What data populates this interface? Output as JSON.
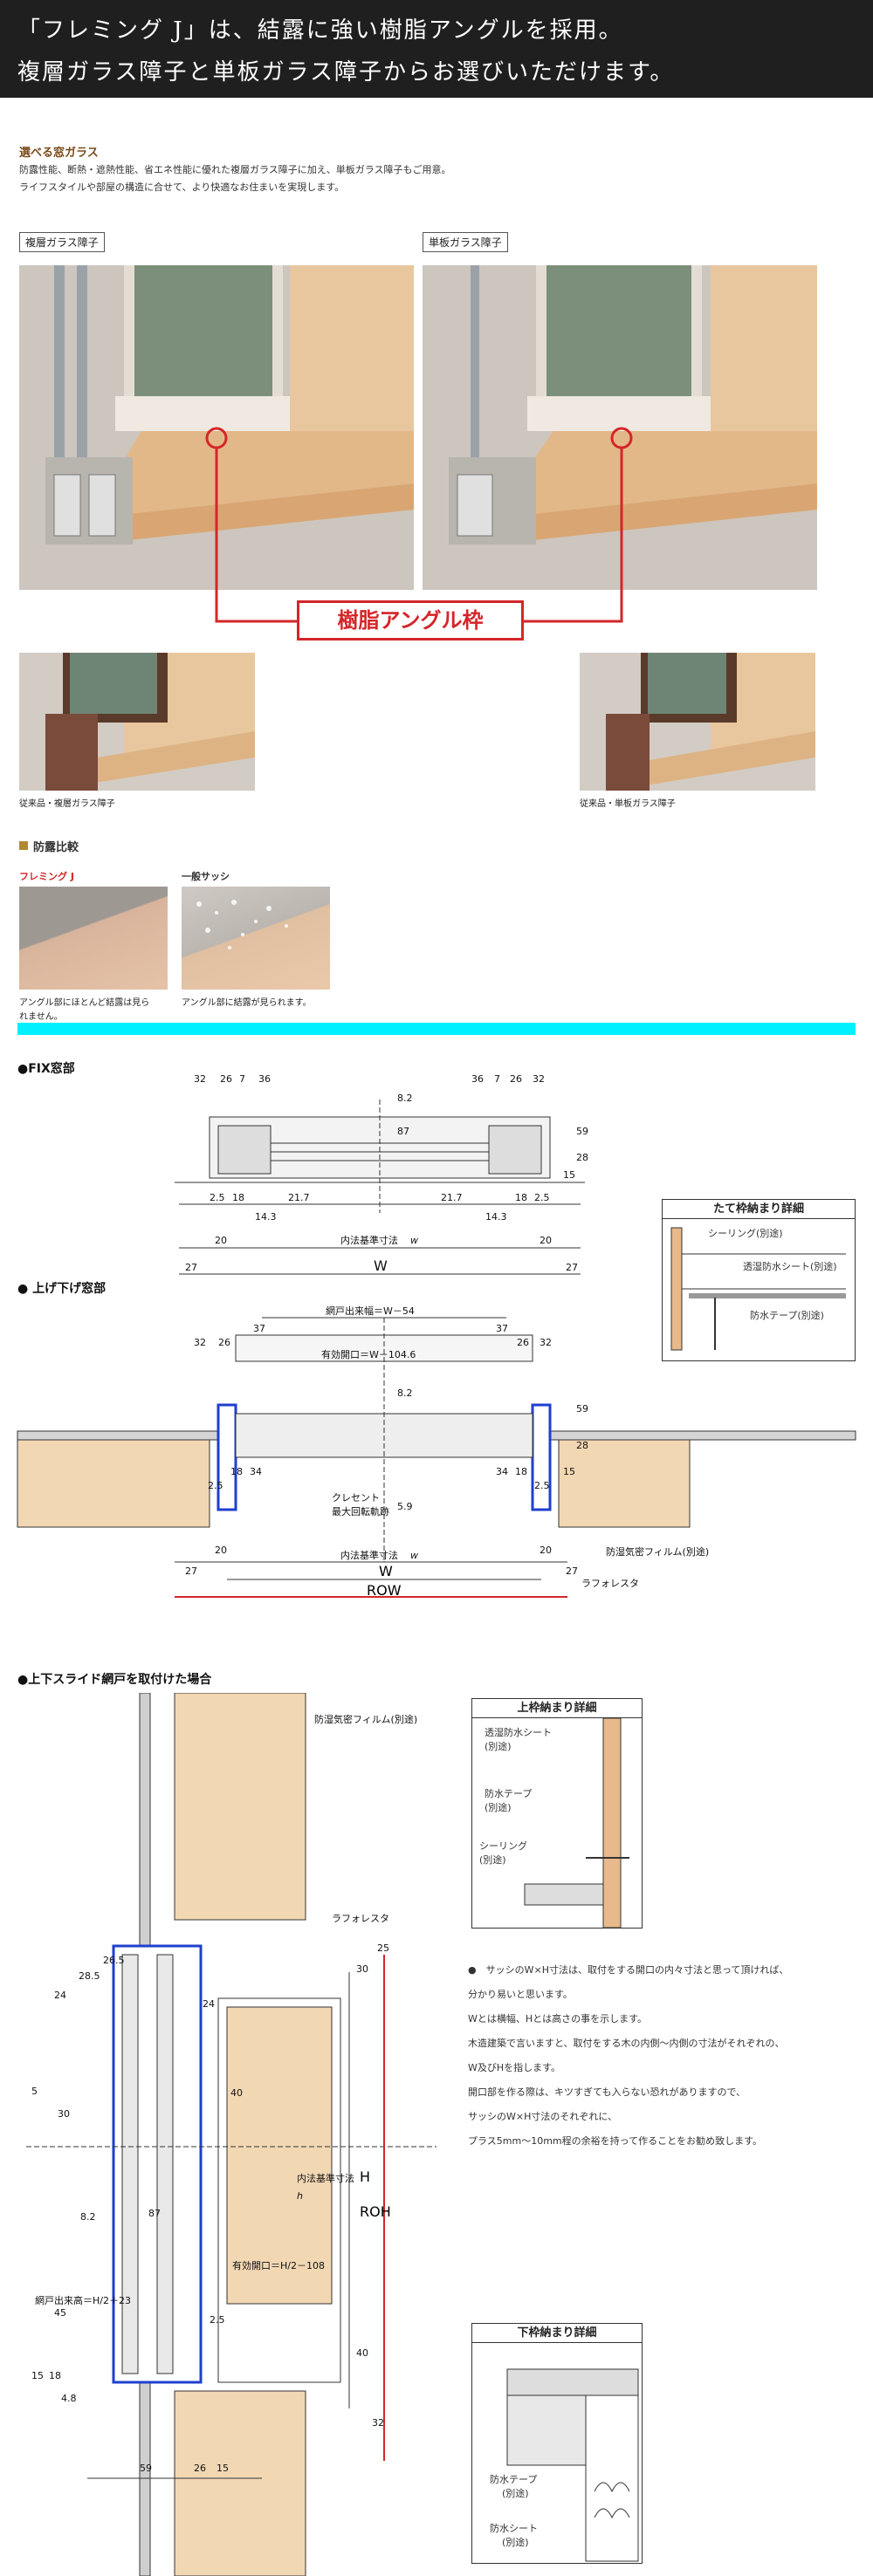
{
  "header": {
    "line1": "「フレミング J」は、結露に強い樹脂アングルを採用。",
    "line2": "複層ガラス障子と単板ガラス障子からお選びいただけます。"
  },
  "window_section": {
    "title": "選べる窓ガラス",
    "desc1": "防露性能、断熱・遮熱性能、省エネ性能に優れた複層ガラス障子に加え、単板ガラス障子もご用意。",
    "desc2": "ライフスタイルや部屋の構造に合せて、より快適なお住まいを実現します。",
    "label_double": "複層ガラス障子",
    "label_single": "単板ガラス障子",
    "resin_frame": "樹脂アングル枠",
    "caption_old_double": "従来品・複層ガラス障子",
    "caption_old_single": "従来品・単板ガラス障子"
  },
  "condensation": {
    "title": "防露比較",
    "fleming_label": "フレミング J",
    "general_label": "一般サッシ",
    "fleming_caption_1": "アングル部にほとんど結露は見ら",
    "fleming_caption_2": "れません。",
    "general_caption": "アングル部に結露が見られます。"
  },
  "fix_section": {
    "title": "●FIX窓部",
    "dims_top": [
      "32",
      "26",
      "7",
      "36",
      "36",
      "7",
      "26",
      "32"
    ],
    "dim_82": "8.2",
    "dim_87": "87",
    "dim_59": "59",
    "dim_28": "28",
    "dim_15": "15",
    "dims_bottom": [
      "2.5",
      "18",
      "21.7",
      "21.7",
      "18",
      "2.5"
    ],
    "dim_143a": "14.3",
    "dim_143b": "14.3",
    "dim_20a": "20",
    "dim_20b": "20",
    "dim_27a": "27",
    "dim_27b": "27",
    "inner_std": "内法基準寸法",
    "w_small": "w",
    "w_big": "W"
  },
  "vertical_detail": {
    "title": "たて枠納まり詳細",
    "sealing": "シーリング(別途)",
    "wp_sheet": "透湿防水シート(別途)",
    "wp_tape": "防水テープ(別途)"
  },
  "slide_section": {
    "title": "● 上げ下げ窓部",
    "net_width": "網戸出来幅＝W－54",
    "effective": "有効開口＝W－104.6",
    "crescent": "クレセント",
    "crescent2": "最大回転軌跡",
    "dims_top": [
      "37",
      "32",
      "26",
      "26",
      "32",
      "37"
    ],
    "dim_82": "8.2",
    "dim_59": "59",
    "dim_28": "28",
    "dim_15": "15",
    "dim_59b": "5.9",
    "dims_bottom": [
      "2.5",
      "18",
      "34",
      "34",
      "18",
      "2.5"
    ],
    "dim_20a": "20",
    "dim_20b": "20",
    "dim_27a": "27",
    "dim_27b": "27",
    "inner_std": "内法基準寸法",
    "w_small": "w",
    "w_big": "W",
    "row": "ROW",
    "airtight_film": "防湿気密フィルム(別途)",
    "lath": "ラフォレスタ"
  },
  "screen_section": {
    "title": "●上下スライド網戸を取付けた場合",
    "airtight_film": "防湿気密フィルム(別途)",
    "lath": "ラフォレスタ",
    "dims_left": [
      "26.5",
      "28.5",
      "24",
      "5",
      "30",
      "8.2",
      "45",
      "15",
      "18",
      "4.8"
    ],
    "dims_mid": [
      "24",
      "40",
      "87",
      "2.5",
      "40"
    ],
    "dim_30": "30",
    "dim_25": "25",
    "dim_32": "32",
    "dim_59": "59",
    "dim_26": "26",
    "dim_15b": "15",
    "net_height": "網戸出来高＝H/2＋23",
    "effective_h": "有効開口＝H/2－108",
    "inner_std_h": "内法基準寸法",
    "h_small": "h",
    "h_big": "H",
    "roh": "ROH"
  },
  "top_detail": {
    "title": "上枠納まり詳細",
    "wp_sheet": "透湿防水シート",
    "wp_sheet2": "(別途)",
    "wp_tape": "防水テープ",
    "wp_tape2": "(別途)",
    "sealing": "シーリング",
    "sealing2": "(別途)"
  },
  "notes": {
    "line1": "●　サッシのW×H寸法は、取付をする開口の内々寸法と思って頂ければ、",
    "line2": "分かり易いと思います。",
    "line3": "Wとは横幅、Hとは高さの事を示します。",
    "line4": "木造建築で言いますと、取付をする木の内側〜内側の寸法がそれぞれの、",
    "line5": "W及びHを指します。",
    "line6": "開口部を作る際は、キツすぎても入らない恐れがありますので、",
    "line7": "サッシのW×H寸法のそれぞれに、",
    "line8": "プラス5mm〜10mm程の余裕を持って作ることをお勧め致します。"
  },
  "bottom_detail": {
    "title": "下枠納まり詳細",
    "wp_tape": "防水テープ",
    "wp_tape2": "(別途)",
    "wp_sheet": "防水シート",
    "wp_sheet2": "(別途)"
  },
  "colors": {
    "accent_red": "#d4262a",
    "cyan": "#00f0ff",
    "section_brown": "#7a4a1a",
    "wood": "#e8b98a",
    "frame_blue": "#1f3fcf"
  }
}
